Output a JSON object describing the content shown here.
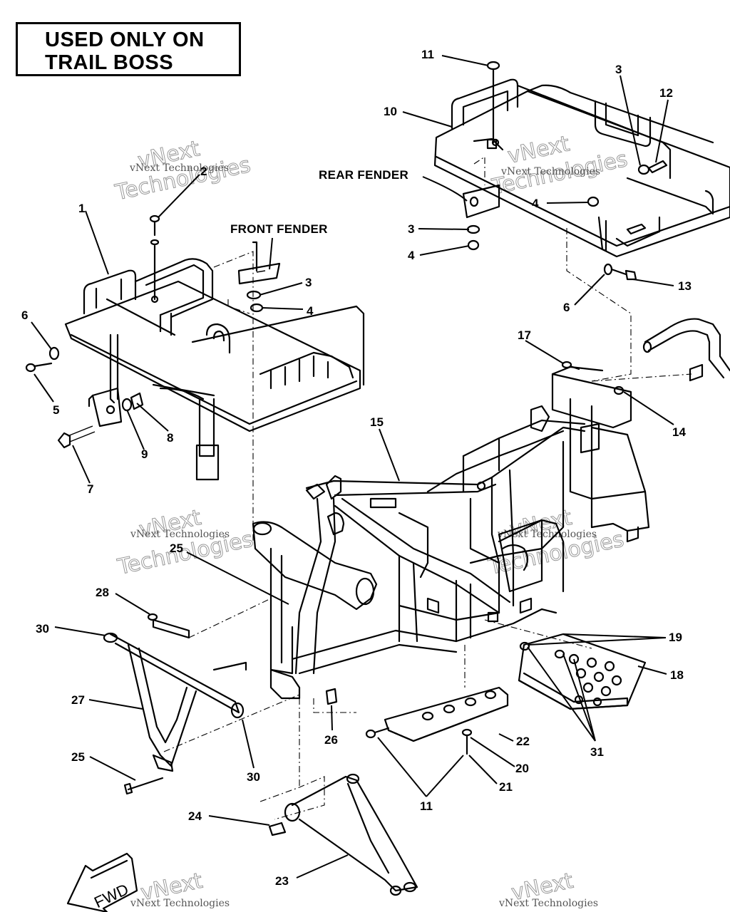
{
  "note": {
    "line1": "USED ONLY ON",
    "line2": "TRAIL BOSS"
  },
  "names": {
    "front_fender": "FRONT FENDER",
    "rear_fender": "REAR FENDER"
  },
  "direction": "FWD",
  "watermark": {
    "small": "vNext Technologies",
    "big1": "vNext",
    "big2": "Technologies"
  },
  "callouts": [
    "1",
    "2",
    "3",
    "3",
    "3",
    "4",
    "4",
    "4",
    "5",
    "6",
    "6",
    "7",
    "8",
    "9",
    "10",
    "11",
    "11",
    "12",
    "13",
    "14",
    "15",
    "17",
    "18",
    "19",
    "20",
    "21",
    "22",
    "23",
    "24",
    "25",
    "26",
    "25",
    "27",
    "28",
    "30",
    "30",
    "31"
  ]
}
